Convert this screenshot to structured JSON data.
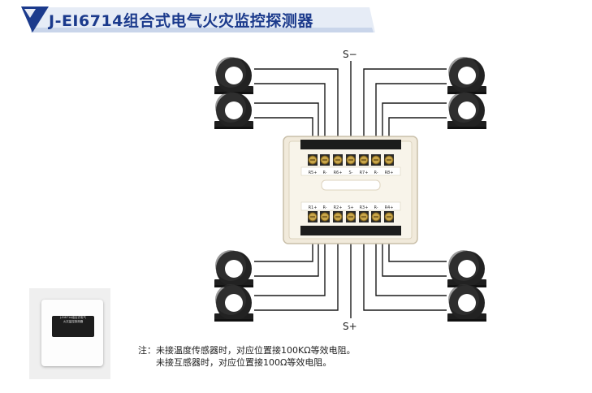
{
  "header": {
    "title": "J-EI6714组合式电气火灾监控探测器"
  },
  "bus": {
    "top_label": "S−",
    "bottom_label": "S+"
  },
  "board": {
    "top_terminals": [
      "R5+",
      "R-",
      "R6+",
      "S-",
      "R7+",
      "R-",
      "R8+"
    ],
    "bottom_terminals": [
      "R1+",
      "R-",
      "R2+",
      "S+",
      "R3+",
      "R-",
      "R4+"
    ]
  },
  "note": {
    "line1": "注：未接温度传感器时，对应位置接100KΩ等效电阻。",
    "line2": "未接互感器时，对应位置接100Ω等效电阻。"
  },
  "photo": {
    "label_line1": "J-EI6714组合式电气",
    "label_line2": "火灾监控探测器"
  },
  "colors": {
    "brand_blue": "#1b3a8c",
    "header_band": "#dfe7f5",
    "wire": "#1a1a1a",
    "board": "#f3ecdf"
  }
}
